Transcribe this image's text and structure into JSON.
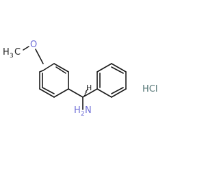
{
  "molecule": {
    "labels": {
      "oxygen": "O",
      "methyl_h": "H",
      "methyl_sub": "3",
      "methyl_c": "C",
      "amine_h": "H",
      "amine_sub": "2",
      "amine_n": "N",
      "stereo_h": "H",
      "salt": "HCl"
    }
  },
  "colors": {
    "bond": "#1a1a1a",
    "heteroatom": "#6b6bd6",
    "salt": "#5a7a7a"
  }
}
